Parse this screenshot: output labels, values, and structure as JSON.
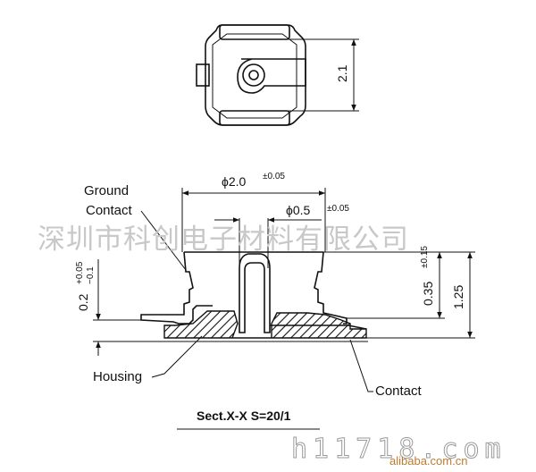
{
  "top_view": {
    "dimension_height": "2.1"
  },
  "section_view": {
    "outer_diameter": "ϕ2.0",
    "outer_diameter_tol": "±0.05",
    "pin_diameter": "ϕ0.5",
    "pin_diameter_tol": "±0.05",
    "left_height_value": "0.2",
    "left_height_tol_plus": "+0.05",
    "left_height_tol_minus": "−0.1",
    "inner_height_value": "0.35",
    "inner_height_tol": "±0.15",
    "total_height": "1.25",
    "callout_ground_contact_line1": "Ground",
    "callout_ground_contact_line2": "Contact",
    "callout_housing": "Housing",
    "callout_contact": "Contact",
    "section_title": "Sect.X-X S=20/1"
  },
  "watermarks": {
    "chinese_company": "深圳市科创电子材料有限公司",
    "site_url": "h11718.com",
    "alibaba": "alibaba.com.cn"
  },
  "colors": {
    "line": "#111111",
    "watermark": "#c8c8c8",
    "alibaba": "#c07a30"
  }
}
